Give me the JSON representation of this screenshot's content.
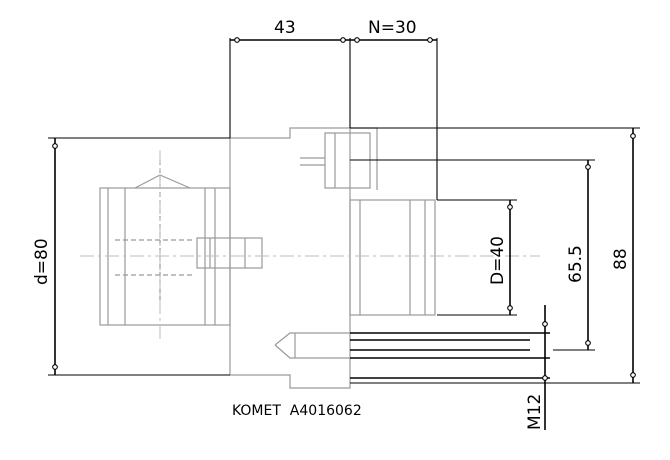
{
  "drawing": {
    "dimensions": {
      "length_left": "43",
      "length_right": "N=30",
      "outer_diameter_left": "d=80",
      "bore_diameter": "D=40",
      "bolt_circle": "65.5",
      "outer_diameter_right": "88",
      "thread": "M12"
    },
    "caption": "KOMET  A4016062"
  }
}
